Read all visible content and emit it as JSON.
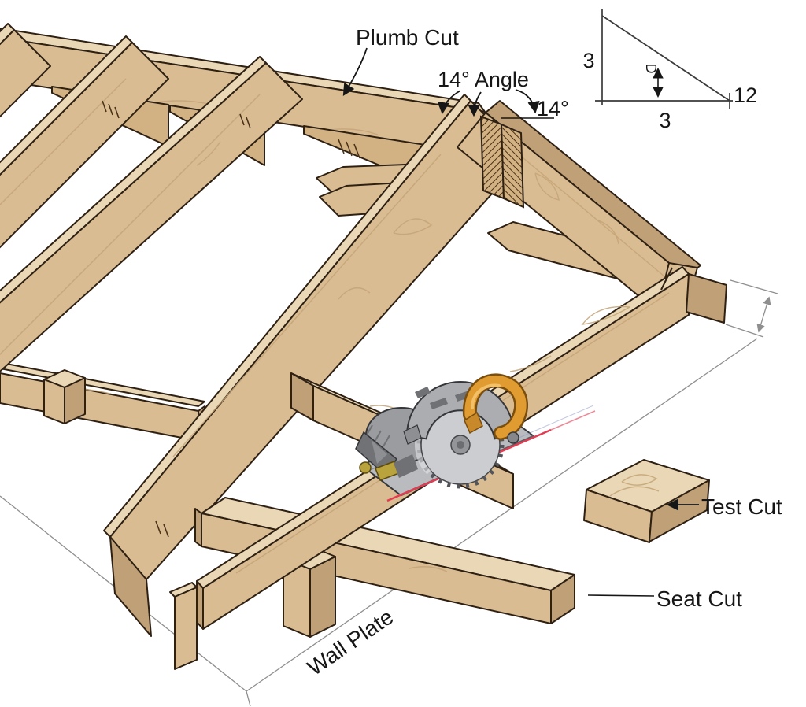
{
  "labels": {
    "plumb_cut": "Plumb Cut",
    "angle_callout": "14° Angle",
    "angle_at_plate": "14°",
    "test_cut": "Test Cut",
    "seat_cut": "Seat Cut",
    "wall_plate": "Wall Plate"
  },
  "pitch_triangle": {
    "rise": "3",
    "run": "3",
    "slope_run": "12",
    "depth_marker": "D"
  },
  "colors": {
    "wood_face": "#d9bc92",
    "wood_top": "#e9d7b5",
    "wood_side": "#bfa077",
    "outline": "#2e2013",
    "dimension_line": "#8f8f8f",
    "label_text": "#161616",
    "saw_body": "#abadb0",
    "saw_blade": "#cbcdd0",
    "saw_dark": "#6f7174",
    "saw_handle": "#e09c31",
    "laser": "#e23b52"
  }
}
